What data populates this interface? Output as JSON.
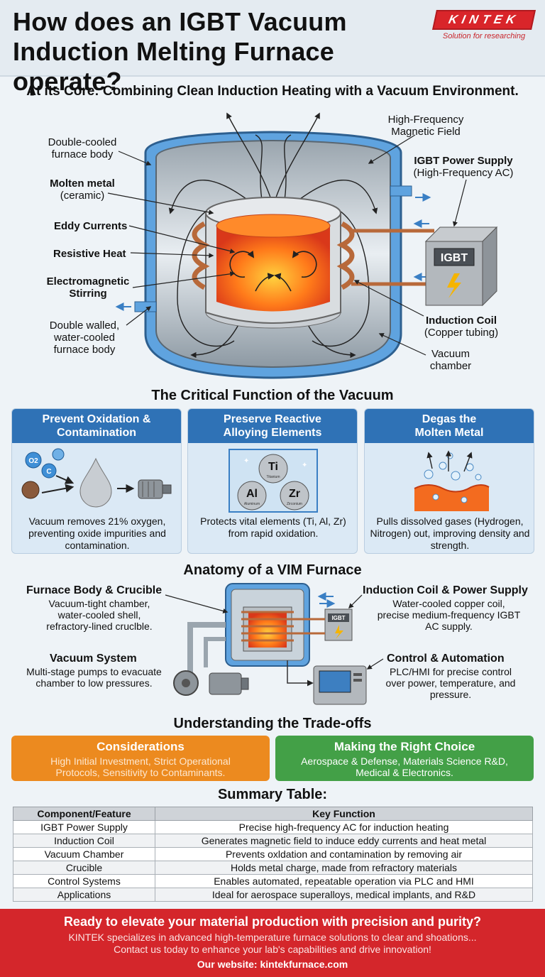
{
  "header": {
    "title_line1": "How does an IGBT Vacuum",
    "title_line2": "Induction Melting Furnace operate?",
    "brand": "KINTEK",
    "brand_tagline": "Solution for researching"
  },
  "subtitle": "At its Core: Combining Clean Induction Heating with a Vacuum Environment.",
  "diagram": {
    "labels": {
      "double_cooled_1": "Double-cooled",
      "double_cooled_2": "furnace body",
      "molten_1": "Molten metal",
      "molten_2": "(ceramic)",
      "eddy": "Eddy Currents",
      "resistive": "Resistive Heat",
      "stirring_1": "Electromagnetic",
      "stirring_2": "Stirring",
      "walled_1": "Double walled,",
      "walled_2": "water-cooled",
      "walled_3": "furnace body",
      "field_1": "High-Frequency",
      "field_2": "Magnetic Field",
      "igbt_1": "IGBT Power Supply",
      "igbt_2": "(High-Frequency AC)",
      "igbt_box": "IGBT",
      "coil_1": "Induction Coil",
      "coil_2": "(Copper tubing)",
      "vacuum_1": "Vacuum",
      "vacuum_2": "chamber"
    }
  },
  "vacuum_section": {
    "title": "The Critical Function of the Vacuum",
    "cards": [
      {
        "head_1": "Prevent Oxidation &",
        "head_2": "Contamination",
        "text": "Vacuum removes 21% oxygen, preventing oxide impurities and contamination."
      },
      {
        "head_1": "Preserve Reactive",
        "head_2": "Alloying Elements",
        "text": "Protects vital elements (Ti, Al, Zr) from rapid oxidation."
      },
      {
        "head_1": "Degas the",
        "head_2": "Molten Metal",
        "text": "Pulls dissolved gases (Hydrogen, Nitrogen) out, improving density and strength."
      }
    ],
    "elements": {
      "ti": "Ti",
      "ti_name": "Titanium",
      "al": "Al",
      "al_name": "Aluminum",
      "zr": "Zr",
      "zr_name": "Zirconium",
      "o2": "O2",
      "c": "C"
    }
  },
  "anatomy": {
    "title": "Anatomy of a VIM Furnace",
    "items": [
      {
        "title": "Furnace Body & Crucible",
        "text_1": "Vacuum-tight chamber,",
        "text_2": "water-cooled shell,",
        "text_3": "refractory-lined cruclble."
      },
      {
        "title": "Induction Coil & Power Supply",
        "text_1": "Water-cooled copper coil,",
        "text_2": "precise medium-frequency IGBT",
        "text_3": "AC supply."
      },
      {
        "title": "Vacuum System",
        "text_1": "Multi-stage pumps to evacuate",
        "text_2": "chamber to low pressures."
      },
      {
        "title": "Control & Automation",
        "text_1": "PLC/HMI for precise control",
        "text_2": "over power, temperature, and",
        "text_3": "pressure."
      }
    ],
    "igbt_box": "IGBT"
  },
  "tradeoffs": {
    "title": "Understanding the Trade-offs",
    "considerations": {
      "head": "Considerations",
      "text_1": "High Initial Investment, Strict Operational",
      "text_2": "Protocols, Sensitivity to Contaminants."
    },
    "choice": {
      "head": "Making the Right Choice",
      "text_1": "Aerospace & Defense, Materials Science R&D,",
      "text_2": "Medical & Electronics."
    },
    "colors": {
      "considerations": "#ec8a1f",
      "choice": "#43a047"
    }
  },
  "summary": {
    "title": "Summary Table:",
    "headers": [
      "Component/Feature",
      "Key Function"
    ],
    "rows": [
      [
        "IGBT Power Supply",
        "Precise high-frequency AC for induction heating"
      ],
      [
        "Induction Coil",
        "Generates magnetic field to induce eddy currents and heat metal"
      ],
      [
        "Vacuum Chamber",
        "Prevents oxldation and contamination by removing air"
      ],
      [
        "Crucible",
        "Holds metal charge, made from refractory materials"
      ],
      [
        "Control Systems",
        "Enables automated, repeatable operation via PLC and HMI"
      ],
      [
        "Applications",
        "Ideal for aerospace superalloys, medical implants, and R&D"
      ]
    ]
  },
  "footer": {
    "head": "Ready to elevate your material production with precision and purity?",
    "text_1": "KINTEK specializes in advanced high-temperature furnace solutions to clear and shoations...",
    "text_2": "Contact us today to enhance your lab's capabilities and drive innovation!",
    "website": "Our website: kintekfurnace.com"
  }
}
